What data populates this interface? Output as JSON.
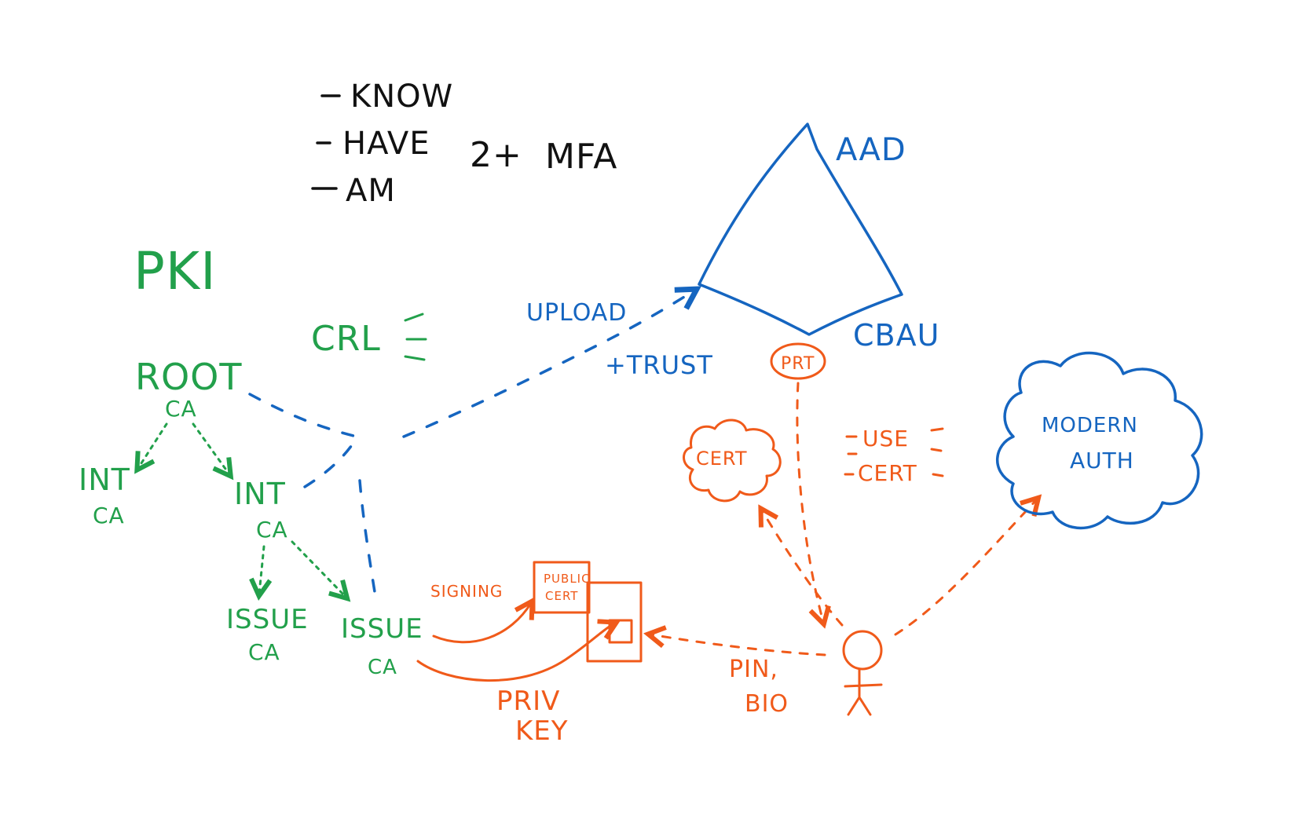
{
  "colors": {
    "black": "#111111",
    "green": "#22a04b",
    "blue": "#1565c0",
    "orange": "#f05a1a"
  },
  "factors": {
    "know": "KNOW",
    "have": "HAVE",
    "am": "AM",
    "count": "2+",
    "mfa": "MFA"
  },
  "pki": {
    "title": "PKI",
    "crl": "CRL",
    "root": "ROOT",
    "root_sub": "CA",
    "int_left": "INT",
    "int_left_sub": "CA",
    "int_mid": "INT",
    "int_mid_sub": "CA",
    "issue_left": "ISSUE",
    "issue_left_sub": "CA",
    "issue_right": "ISSUE",
    "issue_right_sub": "CA"
  },
  "aad": {
    "label": "AAD",
    "cbau": "CBAU",
    "upload": "UPLOAD",
    "trust": "+TRUST"
  },
  "device": {
    "signing": "SIGNING",
    "public_cert_1": "PUBLIC",
    "public_cert_2": "CERT",
    "priv": "PRIV",
    "key": "KEY",
    "pin": "PIN,",
    "bio": "BIO"
  },
  "auth": {
    "prt": "PRT",
    "cert": "CERT",
    "use": "USE",
    "use_cert": "CERT",
    "modern": "MODERN",
    "modern_auth": "AUTH"
  }
}
